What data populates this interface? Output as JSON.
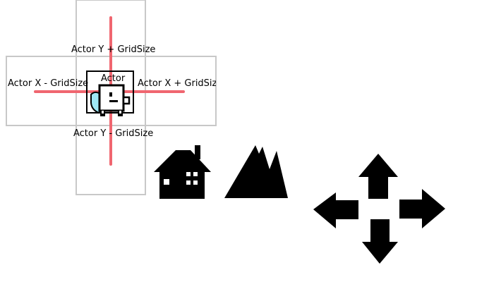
{
  "labels": {
    "y_plus": "Actor Y + GridSize",
    "y_minus": "Actor Y - GridSize",
    "x_minus": "Actor X - GridSize",
    "x_plus": "Actor X + GridSize",
    "actor": "Actor"
  },
  "colors": {
    "grid_line": "#c8c8c8",
    "axis_line": "#f06670",
    "shield": "#9fe8f5",
    "icon_fill": "#000000",
    "background": "#ffffff"
  },
  "icons": [
    "actor-robot-icon",
    "shield-icon",
    "house-icon",
    "mountains-icon",
    "four-way-arrows-icon"
  ]
}
